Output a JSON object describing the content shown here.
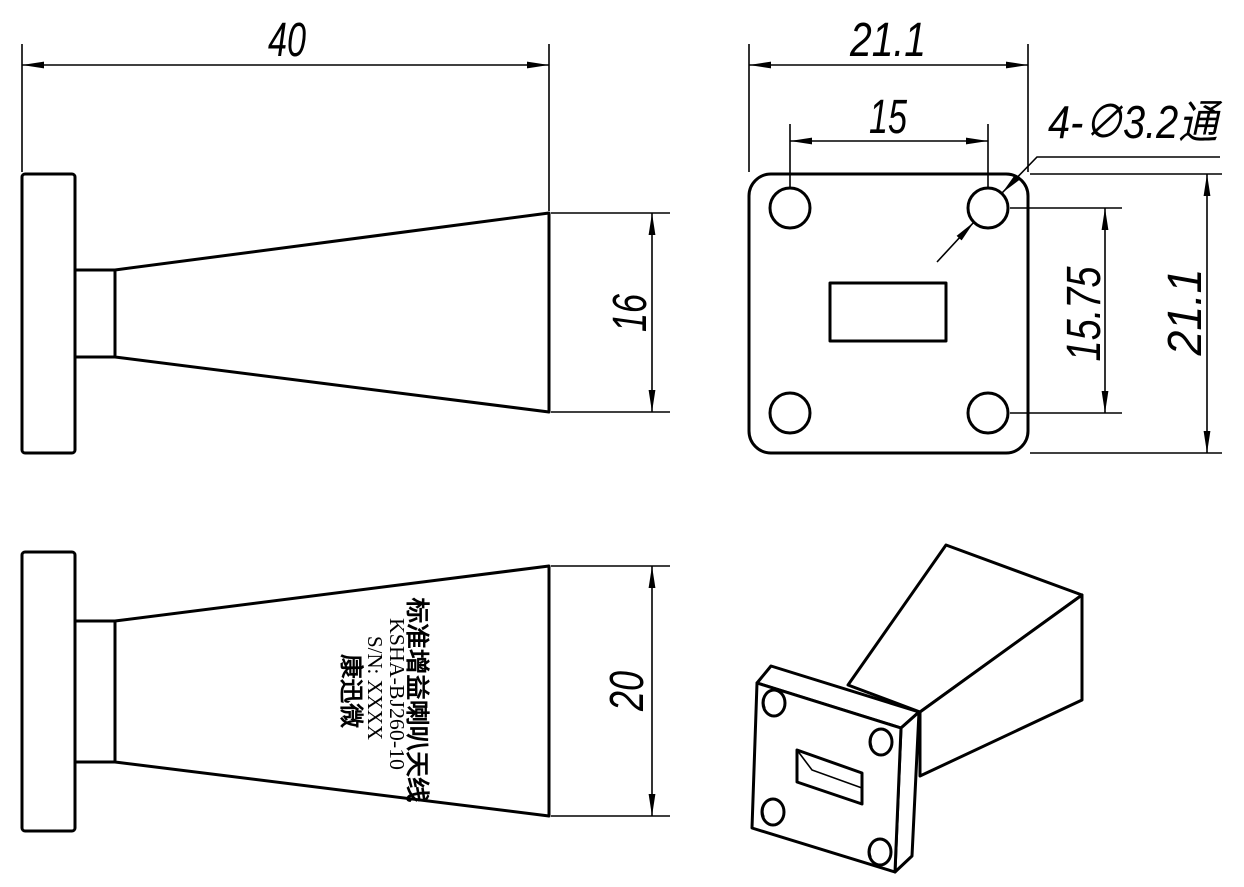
{
  "drawing": {
    "side_view": {
      "overall_length": "40",
      "aperture_height": "16"
    },
    "flange_view": {
      "flange_width": "21.1",
      "hole_spacing_horizontal": "15",
      "hole_callout": "4-∅3.2通",
      "hole_spacing_vertical": "15.75",
      "flange_height": "21.1"
    },
    "top_view": {
      "aperture_width": "20",
      "marking": {
        "line1": "标准增益喇叭天线",
        "line2": "KSHA-BJ260-10",
        "line3": "S/N: XXXX",
        "line4": "康迅微"
      }
    }
  },
  "colors": {
    "line": "#000000",
    "background": "#ffffff"
  }
}
